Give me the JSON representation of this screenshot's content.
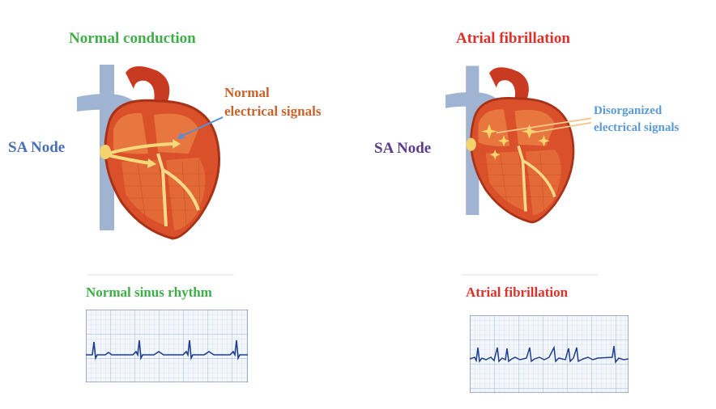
{
  "left": {
    "title": "Normal conduction",
    "sa_label": "SA Node",
    "annotation_line1": "Normal",
    "annotation_line2": "electrical signals",
    "ecg_title": "Normal sinus rhythm"
  },
  "right": {
    "title": "Atrial fibrillation",
    "sa_label": "SA Node",
    "annotation_line1": "Disorganized",
    "annotation_line2": "electrical signals",
    "ecg_title": "Atrial fibrillation"
  },
  "colors": {
    "title_green": "#3fae49",
    "title_red": "#e0302a",
    "sa_blue": "#4a6fb5",
    "sa_purple": "#5a3c8c",
    "annotation_orange": "#c8622a",
    "annotation_blue": "#5a9ad6",
    "heart_muscle": "#d9502a",
    "ecg_trace": "#1f3f8f"
  }
}
